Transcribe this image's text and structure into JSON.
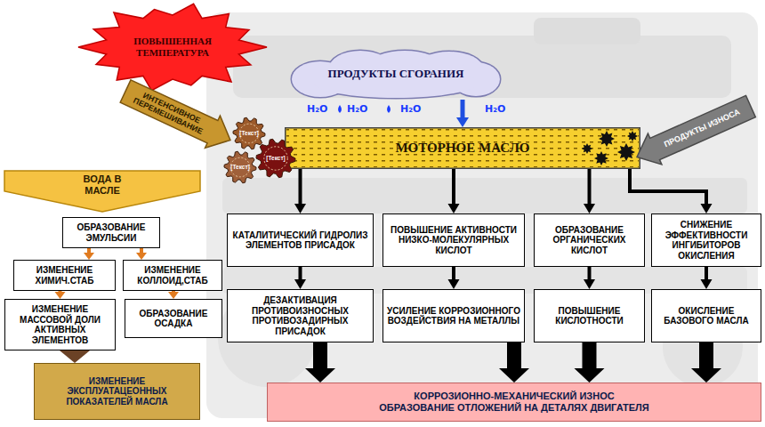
{
  "diagram": {
    "nodes": [
      {
        "text": [
          "ПОВЫШЕННАЯ ТЕМПЕРАТУРА"
        ]
      },
      {
        "text": [
          "ПРОДУКТЫ СГОРАНИЯ"
        ]
      },
      {
        "text": [
          "ИНТЕНСИВНОЕ ПЕРЕМЕШИВАНИЕ"
        ]
      },
      {
        "text": [
          "МОТОРНОЕ МАСЛО"
        ]
      },
      {
        "text": [
          "[Текст]"
        ]
      },
      {
        "text": [
          "[Текст]"
        ]
      },
      {
        "text": [
          "[Текст]"
        ]
      },
      {
        "text": [
          "ПРОДУКТЫ ИЗНОСА"
        ]
      },
      {
        "text": [
          "ВОДА В МАСЛЕ"
        ]
      },
      {
        "text": [
          "ОБРАЗОВАНИЕ ЭМУЛЬСИИ"
        ]
      },
      {
        "text": [
          "КАТАЛИТИЧЕСКИЙ ГИДРОЛИЗ ЭЛЕМЕНТОВ ПРИСАДОК"
        ]
      },
      {
        "text": [
          "ПОВЫШЕНИЕ АКТИВНОСТИ НИЗКО-МОЛЕКУЛЯРНЫХ КИСЛОТ"
        ]
      },
      {
        "text": [
          "ОБРАЗОВАНИЕ ОРГАНИЧЕСКИХ КИСЛОТ"
        ]
      },
      {
        "text": [
          "СНИЖЕНИЕ ЭФФЕКТИВНОСТИ ИНГИБИТОРОВ ОКИСЛЕНИЯ"
        ]
      },
      {
        "text": [
          "ИЗМЕНЕНИЕ ХИМИЧ.СТАБ"
        ]
      },
      {
        "text": [
          "ИЗМЕНЕНИЕ КОЛЛОИД,СТАБ"
        ]
      },
      {
        "text": [
          "ДЕЗАКТИВАЦИЯ ПРОТИВОИЗНОСНЫХ ПРОТИВОЗАДИРНЫХ ПРИСАДОК"
        ]
      },
      {
        "text": [
          "УСИЛЕНИЕ КОРРОЗИОННОГО ВОЗДЕЙСТВИЯ НА МЕТАЛЛЫ"
        ]
      },
      {
        "text": [
          "ПОВЫШЕНИЕ КИСЛОТНОСТИ"
        ]
      },
      {
        "text": [
          "ОКИСЛЕНИЕ БАЗОВОГО МАСЛА"
        ]
      },
      {
        "text": [
          "ИЗМЕНЕНИЕ МАССОВОЙ ДОЛИ АКТИВНЫХ ЭЛЕМЕНТОВ"
        ]
      },
      {
        "text": [
          "ОБРАЗОВАНИЕ ОСАДКА"
        ]
      },
      {
        "text": [
          "ИЗМЕНЕНИЕ ЭКСПЛУАТАЦЕОННЫХ ПОКАЗАТЕЛЕЙ МАСЛА"
        ]
      },
      {
        "text": [
          "КОРРОЗИОННО-МЕХАНИЧЕСКИЙ ИЗНОС",
          "ОБРАЗОВАНИЕ ОТЛОЖЕНИЙ НА ДЕТАЛЯХ ДВИГАТЕЛЯ"
        ]
      }
    ],
    "edges": [
      {
        "from": 1,
        "to": 3,
        "arrow": "to"
      },
      {
        "from": 3,
        "to": 10,
        "arrow": "to"
      },
      {
        "from": 3,
        "to": 11,
        "arrow": "to"
      },
      {
        "from": 3,
        "to": 12,
        "arrow": "to"
      },
      {
        "from": 3,
        "to": 13,
        "arrow": "to"
      },
      {
        "from": 9,
        "to": 14,
        "arrow": "to"
      },
      {
        "from": 9,
        "to": 15,
        "arrow": "to"
      },
      {
        "from": 10,
        "to": 16,
        "arrow": "to"
      },
      {
        "from": 11,
        "to": 17,
        "arrow": "to"
      },
      {
        "from": 12,
        "to": 18,
        "arrow": "to"
      },
      {
        "from": 13,
        "to": 19,
        "arrow": "to"
      },
      {
        "from": 14,
        "to": 20,
        "arrow": "to"
      },
      {
        "from": 15,
        "to": 21,
        "arrow": "to"
      },
      {
        "from": 20,
        "to": 22,
        "arrow": "to"
      },
      {
        "from": 16,
        "to": 23,
        "arrow": "to"
      },
      {
        "from": 17,
        "to": 23,
        "arrow": "to"
      },
      {
        "from": 18,
        "to": 23,
        "arrow": "to"
      },
      {
        "from": 19,
        "to": 23,
        "arrow": "to"
      }
    ],
    "labels": [
      "H₂O",
      "H₂O",
      "H₂O",
      "H₂O"
    ]
  }
}
